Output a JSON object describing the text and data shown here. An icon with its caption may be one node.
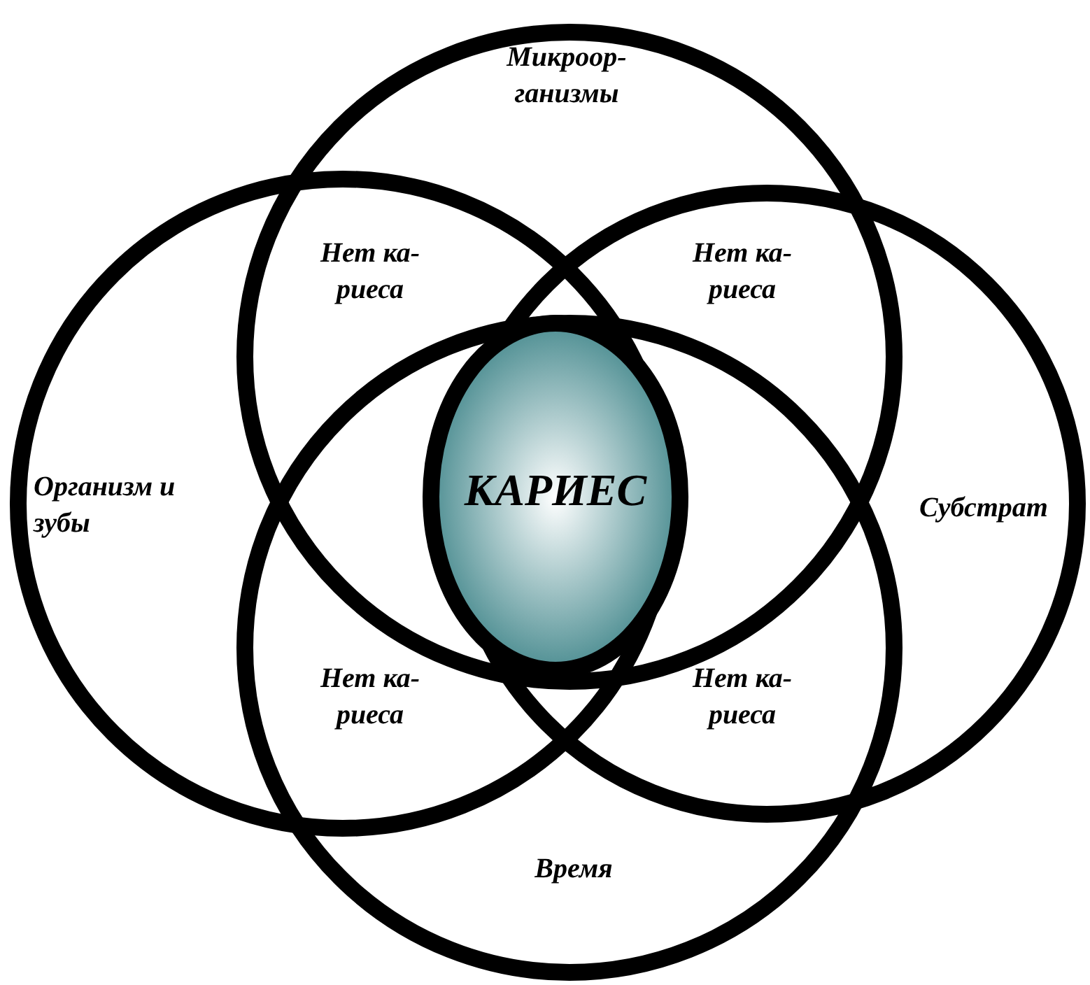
{
  "diagram": {
    "nodes": [
      {
        "text": [
          "Микроор- ганизмы"
        ]
      },
      {
        "text": [
          "Организм и зубы"
        ]
      },
      {
        "text": [
          "Субстрат"
        ]
      },
      {
        "text": [
          "Время"
        ]
      },
      {
        "text": [
          "КАРИЕС"
        ]
      }
    ],
    "edges": [],
    "labels": [
      "Нет ка- риеса",
      "Нет ка- риеса",
      "Нет ка- риеса",
      "Нет ка- риеса"
    ]
  }
}
